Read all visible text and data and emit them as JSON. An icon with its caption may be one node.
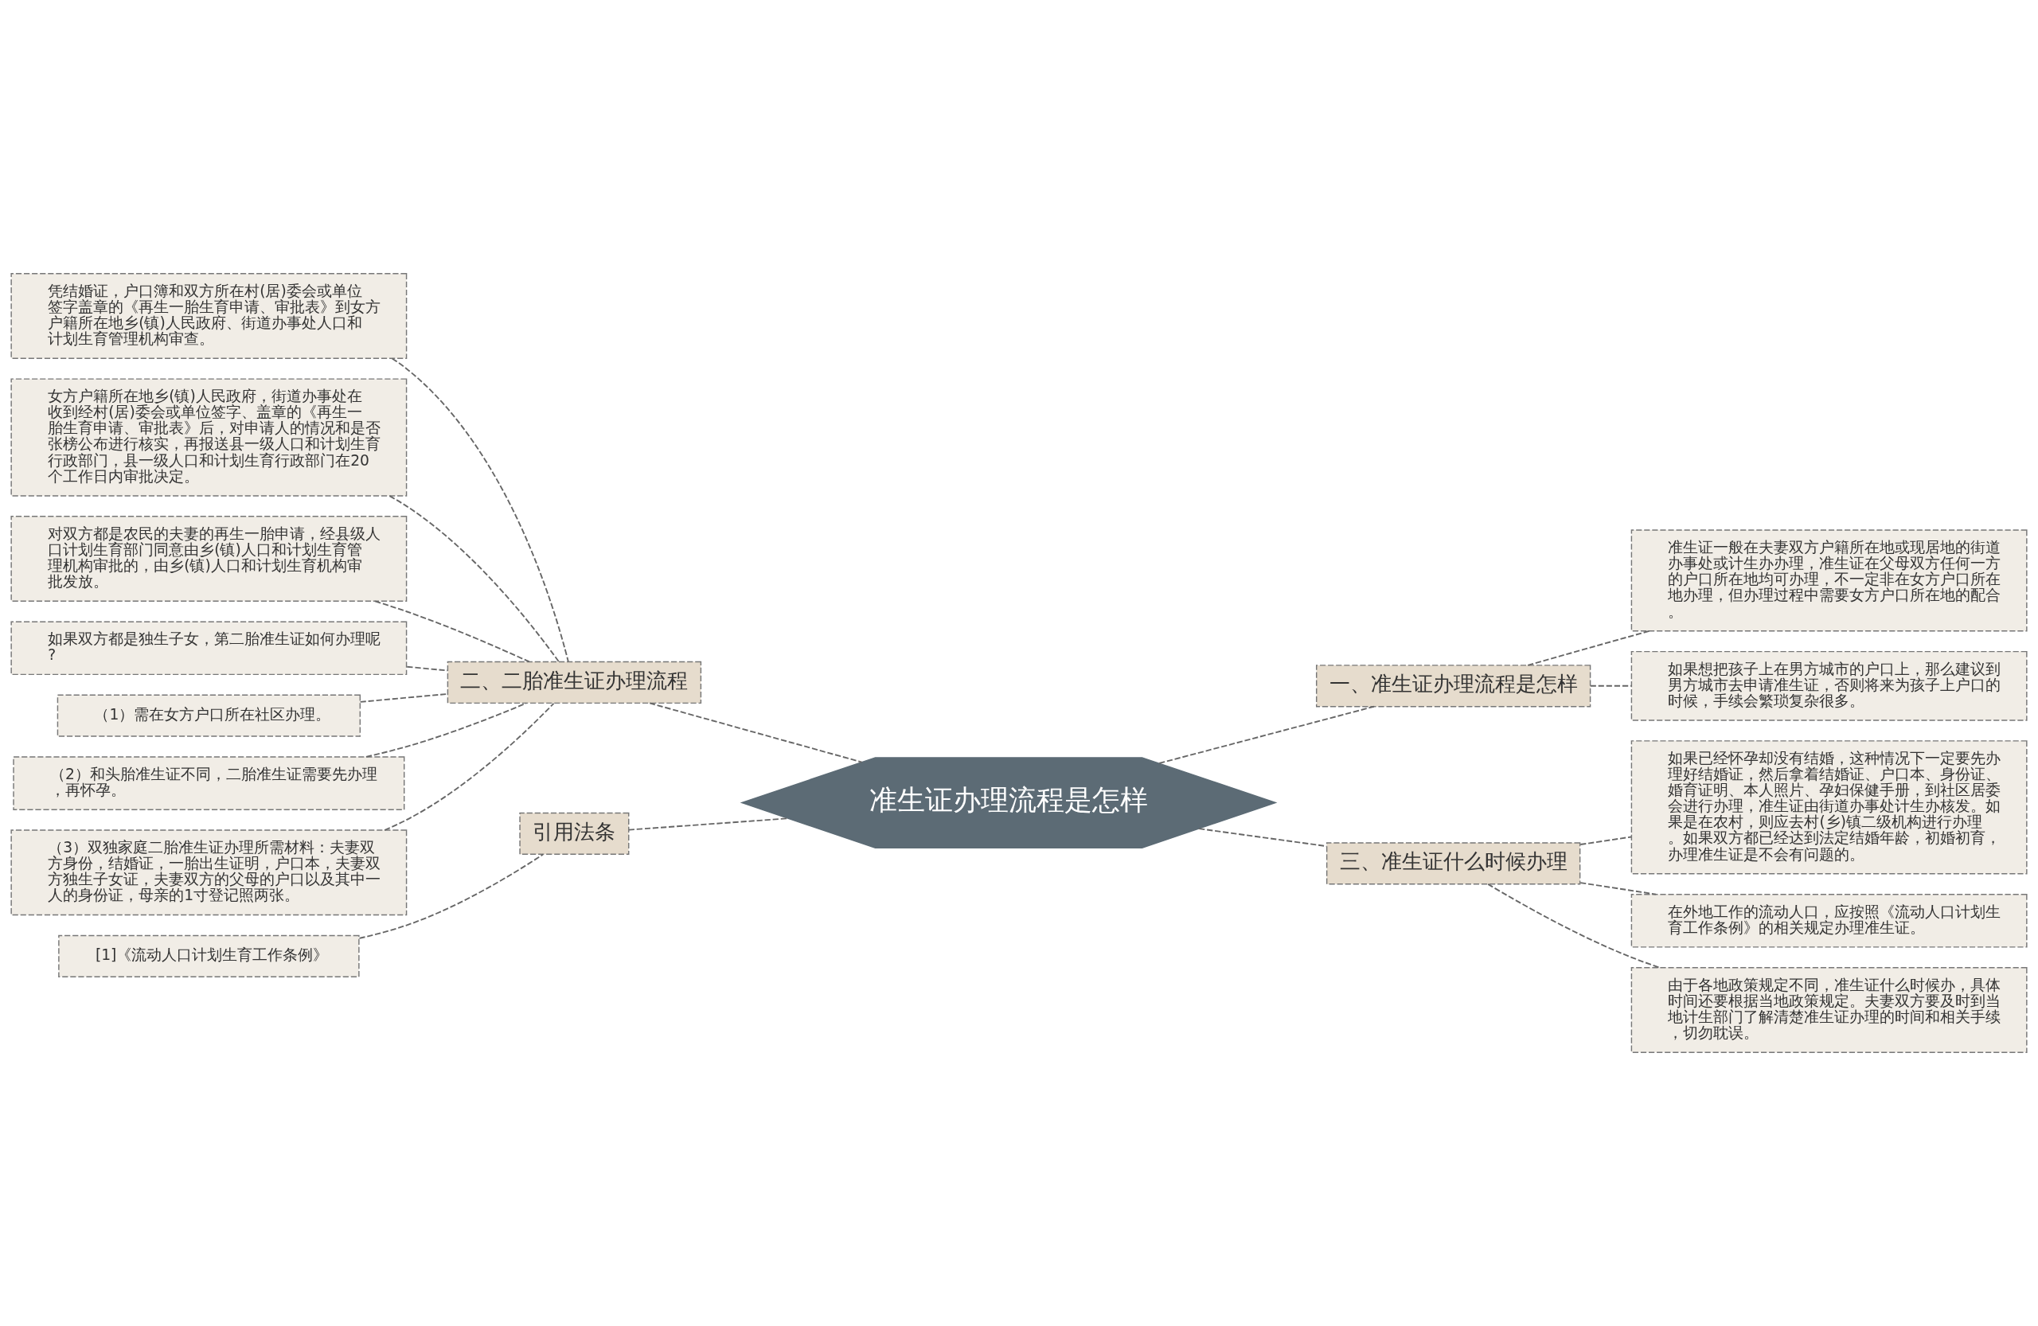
{
  "diagram": {
    "nodes": [
      {
        "text": [
          "准生证办理流程是怎样"
        ]
      },
      {
        "text": [
          "二、二胎准生证办理流程"
        ]
      },
      {
        "text": [
          "凭结婚证，户口簿和双方所在村(居)委会或单位签字盖章的《再生一胎生育申请、审批表》到女方户籍所在地乡(镇)人民政府、街道办事处人口和计划生育管理机构审查。"
        ]
      },
      {
        "text": [
          "女方户籍所在地乡(镇)人民政府，街道办事处在收到经村(居)委会或单位签字、盖章的《再生一胎生育申请、审批表》后，对申请人的情况和是否张榜公布进行核实，再报送县一级人口和计划生育行政部门，县一级人口和计划生育行政部门在20个工作日内审批决定。"
        ]
      },
      {
        "text": [
          "对双方都是农民的夫妻的再生一胎申请，经县级人口计划生育部门同意由乡(镇)人口和计划生育管理机构审批的，由乡(镇)人口和计划生育机构审批发放。"
        ]
      },
      {
        "text": [
          "如果双方都是独生子女，第二胎准生证如何办理呢?"
        ]
      },
      {
        "text": [
          "（1）需在女方户口所在社区办理。"
        ]
      },
      {
        "text": [
          "（2）和头胎准生证不同，二胎准生证需要先办理，再怀孕。"
        ]
      },
      {
        "text": [
          "（3）双独家庭二胎准生证办理所需材料：夫妻双方身份，结婚证，一胎出生证明，户口本，夫妻双方独生子女证，夫妻双方的父母的户口以及其中一人的身份证，母亲的1寸登记照两张。"
        ]
      },
      {
        "text": [
          "引用法条"
        ]
      },
      {
        "text": [
          "[1]《流动人口计划生育工作条例》"
        ]
      },
      {
        "text": [
          "一、准生证办理流程是怎样"
        ]
      },
      {
        "text": [
          "准生证一般在夫妻双方户籍所在地或现居地的街道办事处或计生办办理，准生证在父母双方任何一方的户口所在地均可办理，不一定非在女方户口所在地办理，但办理过程中需要女方户口所在地的配合。"
        ]
      },
      {
        "text": [
          "如果想把孩子上在男方城市的户口上，那么建议到男方城市去申请准生证，否则将来为孩子上户口的时候，手续会繁琐复杂很多。"
        ]
      },
      {
        "text": [
          "三、准生证什么时候办理"
        ]
      },
      {
        "text": [
          "如果已经怀孕却没有结婚，这种情况下一定要先办理好结婚证，然后拿着结婚证、户口本、身份证、婚育证明、本人照片、孕妇保健手册，到社区居委会进行办理，准生证由街道办事处计生办核发。如果是在农村，则应去村(乡)镇二级机构进行办理。如果双方都已经达到法定结婚年龄，初婚初育，办理准生证是不会有问题的。"
        ]
      },
      {
        "text": [
          "在外地工作的流动人口，应按照《流动人口计划生育工作条例》的相关规定办理准生证。"
        ]
      },
      {
        "text": [
          "由于各地政策规定不同，准生证什么时候办，具体时间还要根据当地政策规定。夫妻双方要及时到当地计生部门了解清楚准生证办理的时间和相关手续，切勿耽误。"
        ]
      }
    ],
    "edges": [
      {
        "from": 1,
        "to": 0,
        "arrow": "none",
        "style": "dashed"
      },
      {
        "from": 2,
        "to": 1,
        "arrow": "none",
        "style": "dashed"
      },
      {
        "from": 3,
        "to": 1,
        "arrow": "none",
        "style": "dashed"
      },
      {
        "from": 4,
        "to": 1,
        "arrow": "none",
        "style": "dashed"
      },
      {
        "from": 5,
        "to": 1,
        "arrow": "none",
        "style": "dashed"
      },
      {
        "from": 6,
        "to": 1,
        "arrow": "none",
        "style": "dashed"
      },
      {
        "from": 7,
        "to": 1,
        "arrow": "none",
        "style": "dashed"
      },
      {
        "from": 8,
        "to": 1,
        "arrow": "none",
        "style": "dashed"
      },
      {
        "from": 9,
        "to": 0,
        "arrow": "none",
        "style": "dashed"
      },
      {
        "from": 10,
        "to": 9,
        "arrow": "none",
        "style": "dashed"
      },
      {
        "from": 0,
        "to": 11,
        "arrow": "none",
        "style": "dashed"
      },
      {
        "from": 11,
        "to": 12,
        "arrow": "none",
        "style": "dashed"
      },
      {
        "from": 11,
        "to": 13,
        "arrow": "none",
        "style": "dashed"
      },
      {
        "from": 0,
        "to": 14,
        "arrow": "none",
        "style": "dashed"
      },
      {
        "from": 14,
        "to": 15,
        "arrow": "none",
        "style": "dashed"
      },
      {
        "from": 14,
        "to": 16,
        "arrow": "none",
        "style": "dashed"
      },
      {
        "from": 14,
        "to": 17,
        "arrow": "none",
        "style": "dashed"
      }
    ]
  }
}
